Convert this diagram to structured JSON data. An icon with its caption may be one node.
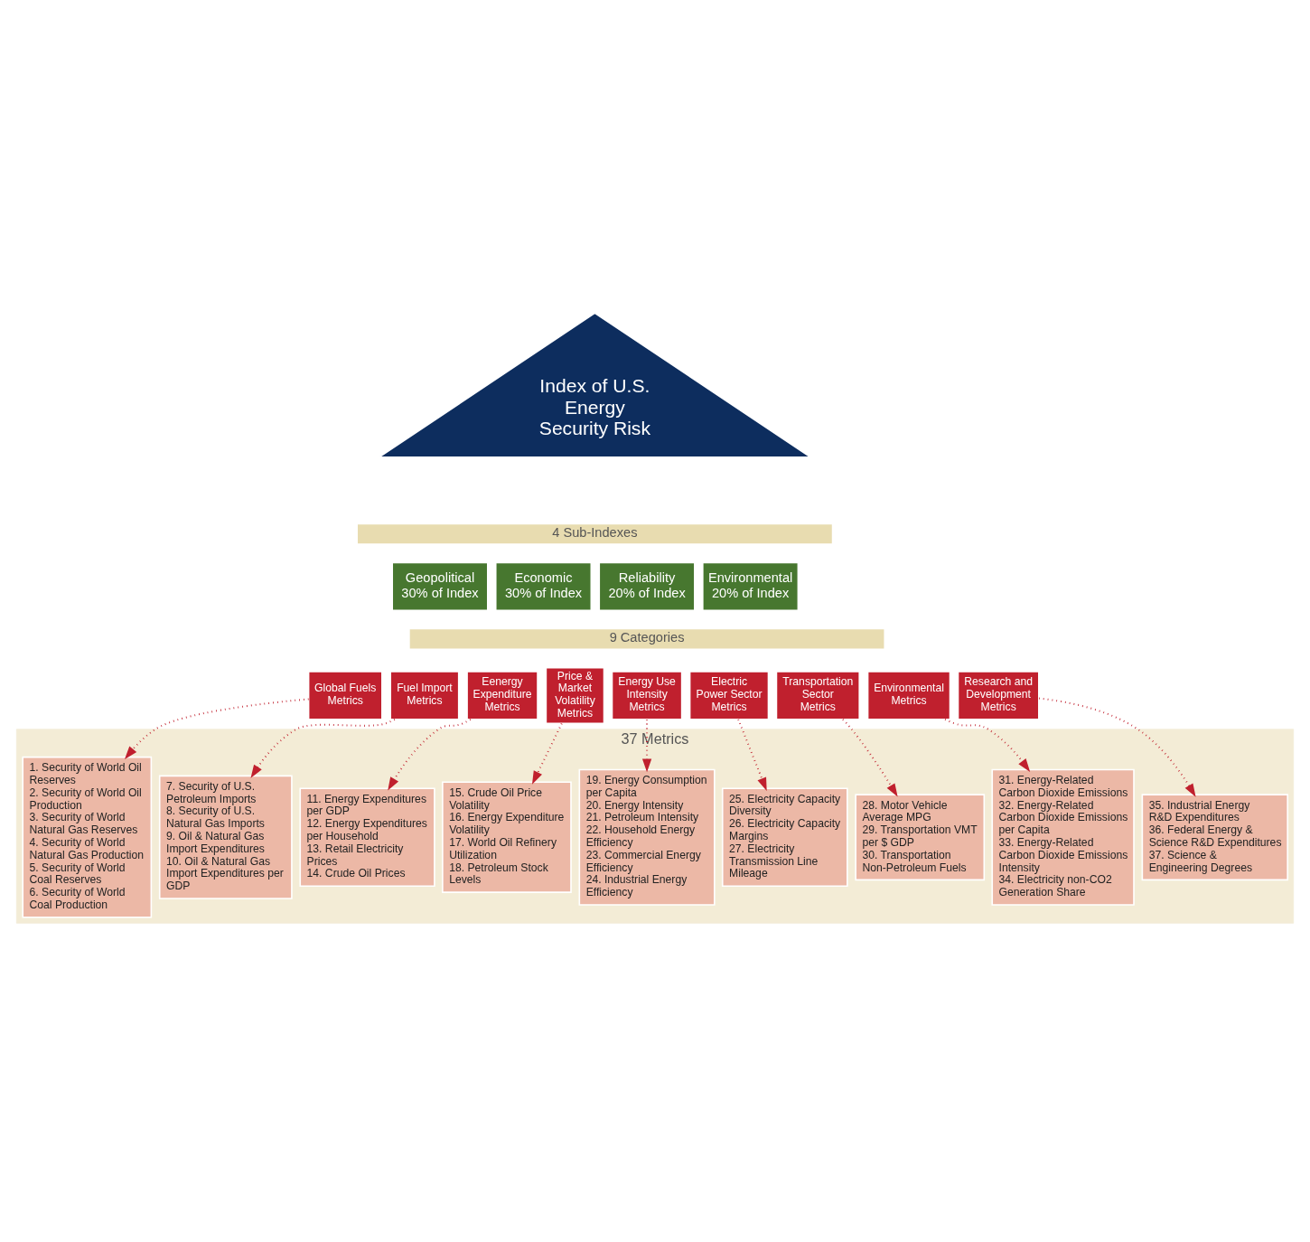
{
  "diagram": {
    "nodes": [
      {
        "text": [
          "Index of U.S. Energy Security Risk"
        ]
      },
      {
        "text": [
          "4 Sub-Indexes"
        ]
      },
      {
        "text": [
          "Geopolitical",
          "30% of Index"
        ]
      },
      {
        "text": [
          "Economic",
          "30% of Index"
        ]
      },
      {
        "text": [
          "Reliability",
          "20% of Index"
        ]
      },
      {
        "text": [
          "Environmental",
          "20% of Index"
        ]
      },
      {
        "text": [
          "9 Categories"
        ]
      },
      {
        "text": [
          "Global Fuels Metrics"
        ]
      },
      {
        "text": [
          "Fuel Import Metrics"
        ]
      },
      {
        "text": [
          "Eenergy Expenditure Metrics"
        ]
      },
      {
        "text": [
          "Price & Market Volatility Metrics"
        ]
      },
      {
        "text": [
          "Energy Use Intensity Metrics"
        ]
      },
      {
        "text": [
          "Electric Power Sector Metrics"
        ]
      },
      {
        "text": [
          "Transportation Sector Metrics"
        ]
      },
      {
        "text": [
          "Environmental Metrics"
        ]
      },
      {
        "text": [
          "Research and Development Metrics"
        ]
      },
      {
        "text": [
          "37 Metrics"
        ]
      },
      {
        "text": [
          "1. Security of World Oil Reserves",
          "2. Security of World Oil Production",
          "3. Security of World Natural Gas Reserves",
          "4. Security of World Natural Gas Production",
          "5. Security of World Coal Reserves",
          "6. Security of World Coal Production"
        ],
        "in": 16
      },
      {
        "text": [
          "7. Security of U.S. Petroleum Imports",
          "8. Security of U.S. Natural Gas Imports",
          "9. Oil & Natural Gas Import Expenditures",
          "10. Oil & Natural Gas Import Expenditures per GDP"
        ],
        "in": 16
      },
      {
        "text": [
          "11. Energy Expenditures per GDP",
          "12. Energy Expenditures per Household",
          "13. Retail Electricity Prices",
          "14. Crude Oil Prices"
        ],
        "in": 16
      },
      {
        "text": [
          "15. Crude Oil Price Volatility",
          "16. Energy Expenditure Volatility",
          "17. World Oil Refinery Utilization",
          "18. Petroleum Stock Levels"
        ],
        "in": 16
      },
      {
        "text": [
          "19. Energy Consumption per Capita",
          "20. Energy Intensity",
          "21. Petroleum Intensity",
          "22. Household Energy Efficiency",
          "23. Commercial Energy Efficiency",
          "24. Industrial Energy Efficiency"
        ],
        "in": 16
      },
      {
        "text": [
          "25. Electricity Capacity Diversity",
          "26. Electricity Capacity Margins",
          "27. Electricity Transmission Line Mileage"
        ],
        "in": 16
      },
      {
        "text": [
          "28. Motor Vehicle Average MPG",
          "29. Transportation VMT per $ GDP",
          "30. Transportation Non-Petroleum Fuels"
        ],
        "in": 16
      },
      {
        "text": [
          "31. Energy-Related Carbon Dioxide Emissions",
          "32. Energy-Related Carbon Dioxide Emissions per Capita",
          "33. Energy-Related Carbon Dioxide Emissions Intensity",
          "34. Electricity non-CO2 Generation Share"
        ],
        "in": 16
      },
      {
        "text": [
          "35. Industrial Energy R&D Expenditures",
          "36. Federal Energy & Science R&D Expenditures",
          "37. Science & Engineering Degrees"
        ],
        "in": 16
      }
    ],
    "edges": [
      {
        "from": 7,
        "to": 17,
        "arrow": "to",
        "style": "dashed"
      },
      {
        "from": 8,
        "to": 18,
        "arrow": "to",
        "style": "dashed"
      },
      {
        "from": 9,
        "to": 19,
        "arrow": "to",
        "style": "dashed"
      },
      {
        "from": 10,
        "to": 20,
        "arrow": "to",
        "style": "dashed"
      },
      {
        "from": 11,
        "to": 21,
        "arrow": "to",
        "style": "dashed"
      },
      {
        "from": 12,
        "to": 22,
        "arrow": "to",
        "style": "dashed"
      },
      {
        "from": 13,
        "to": 23,
        "arrow": "to",
        "style": "dashed"
      },
      {
        "from": 14,
        "to": 24,
        "arrow": "to",
        "style": "dashed"
      },
      {
        "from": 15,
        "to": 25,
        "arrow": "to",
        "style": "dashed"
      }
    ]
  }
}
